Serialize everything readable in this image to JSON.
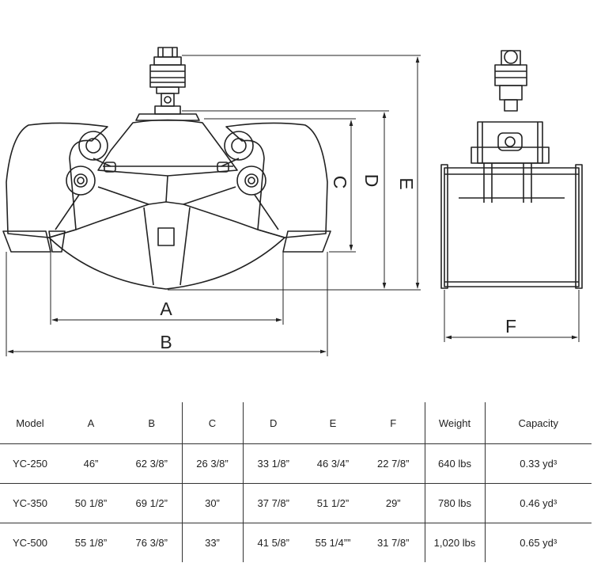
{
  "dimension_labels": {
    "a": "A",
    "b": "B",
    "c": "C",
    "d": "D",
    "e": "E",
    "f": "F"
  },
  "table": {
    "headers": [
      "Model",
      "A",
      "B",
      "C",
      "D",
      "E",
      "F",
      "Weight",
      "Capacity"
    ],
    "rows": [
      [
        "YC-250",
        "46”",
        "62 3/8”",
        "26 3/8”",
        "33 1/8”",
        "46 3/4”",
        "22 7/8”",
        "640 lbs",
        "0.33 yd³"
      ],
      [
        "YC-350",
        "50 1/8”",
        "69 1/2”",
        "30”",
        "37 7/8”",
        "51 1/2”",
        "29”",
        "780 lbs",
        "0.46 yd³"
      ],
      [
        "YC-500",
        "55 1/8”",
        "76 3/8”",
        "33”",
        "41 5/8”",
        "55 1/4””",
        "31 7/8”",
        "1,020 lbs",
        "0.65 yd³"
      ]
    ]
  }
}
